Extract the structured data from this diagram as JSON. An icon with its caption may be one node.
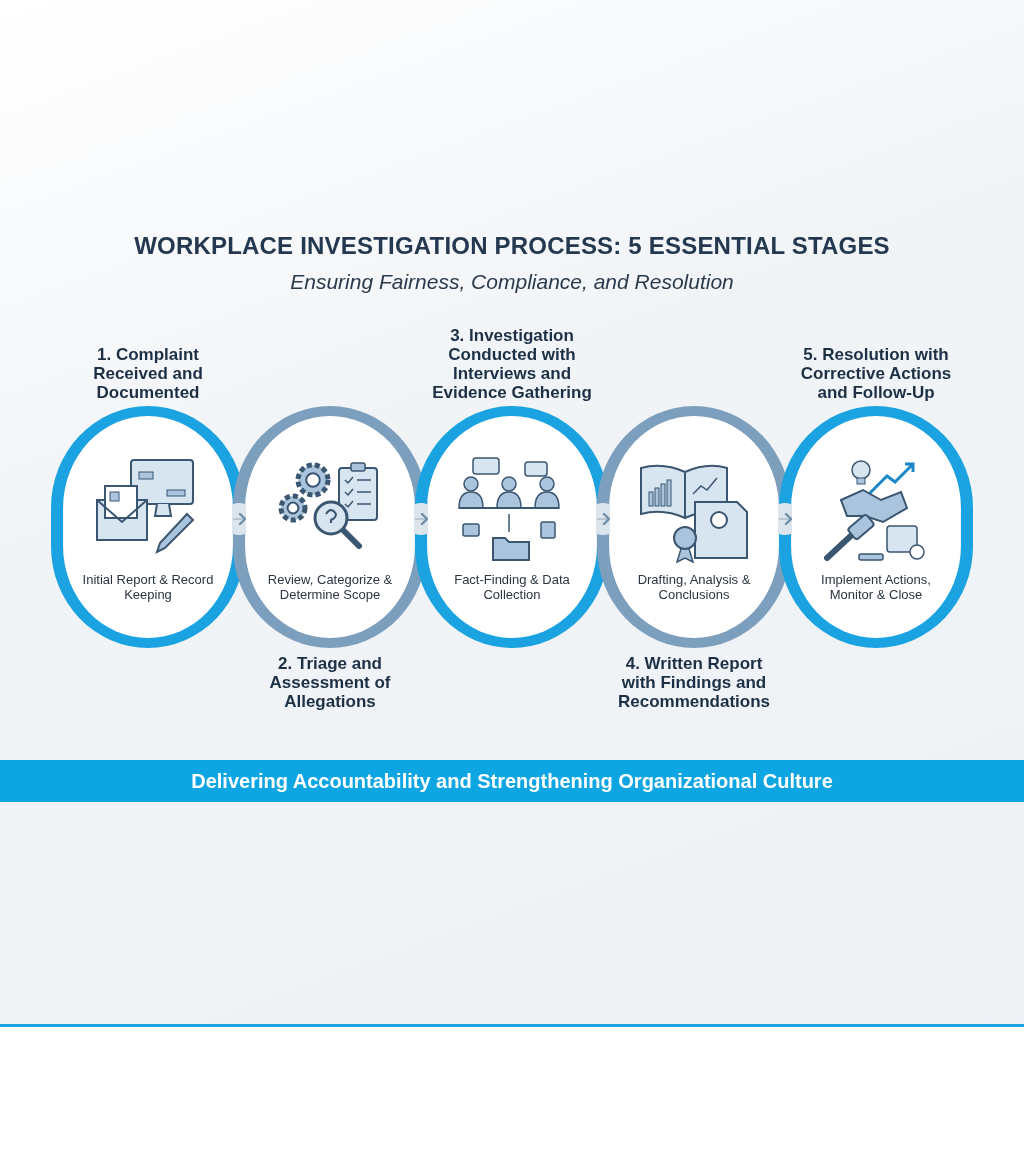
{
  "diagram": {
    "title": "WORKPLACE INVESTIGATION PROCESS: 5 ESSENTIAL STAGES",
    "nodes": [
      {
        "text": [
          "1. Complaint Received and Documented",
          "Initial Report & Record Keeping"
        ]
      },
      {
        "text": [
          "Review, Categorize & Determine Scope",
          "2. Triage and Assessment of Allegations"
        ]
      },
      {
        "text": [
          "3. Investigation Conducted with Interviews and Evidence Gathering",
          "Fact-Finding & Data Collection"
        ]
      },
      {
        "text": [
          "Drafting, Analysis & Conclusions",
          "4. Written Report with Findings and Recommendations"
        ]
      },
      {
        "text": [
          "5. Resolution with Corrective Actions and Follow-Up",
          "Implement Actions, Monitor & Close"
        ]
      }
    ],
    "edges": [
      {
        "from": 0,
        "to": 1,
        "arrow": "to"
      },
      {
        "from": 1,
        "to": 2,
        "arrow": "to"
      },
      {
        "from": 2,
        "to": 3,
        "arrow": "to"
      },
      {
        "from": 3,
        "to": 4,
        "arrow": "to"
      }
    ],
    "labels": [
      "Ensuring Fairness, Compliance, and Resolution",
      "Delivering Accountability and Strengthening Organizational Culture"
    ]
  }
}
